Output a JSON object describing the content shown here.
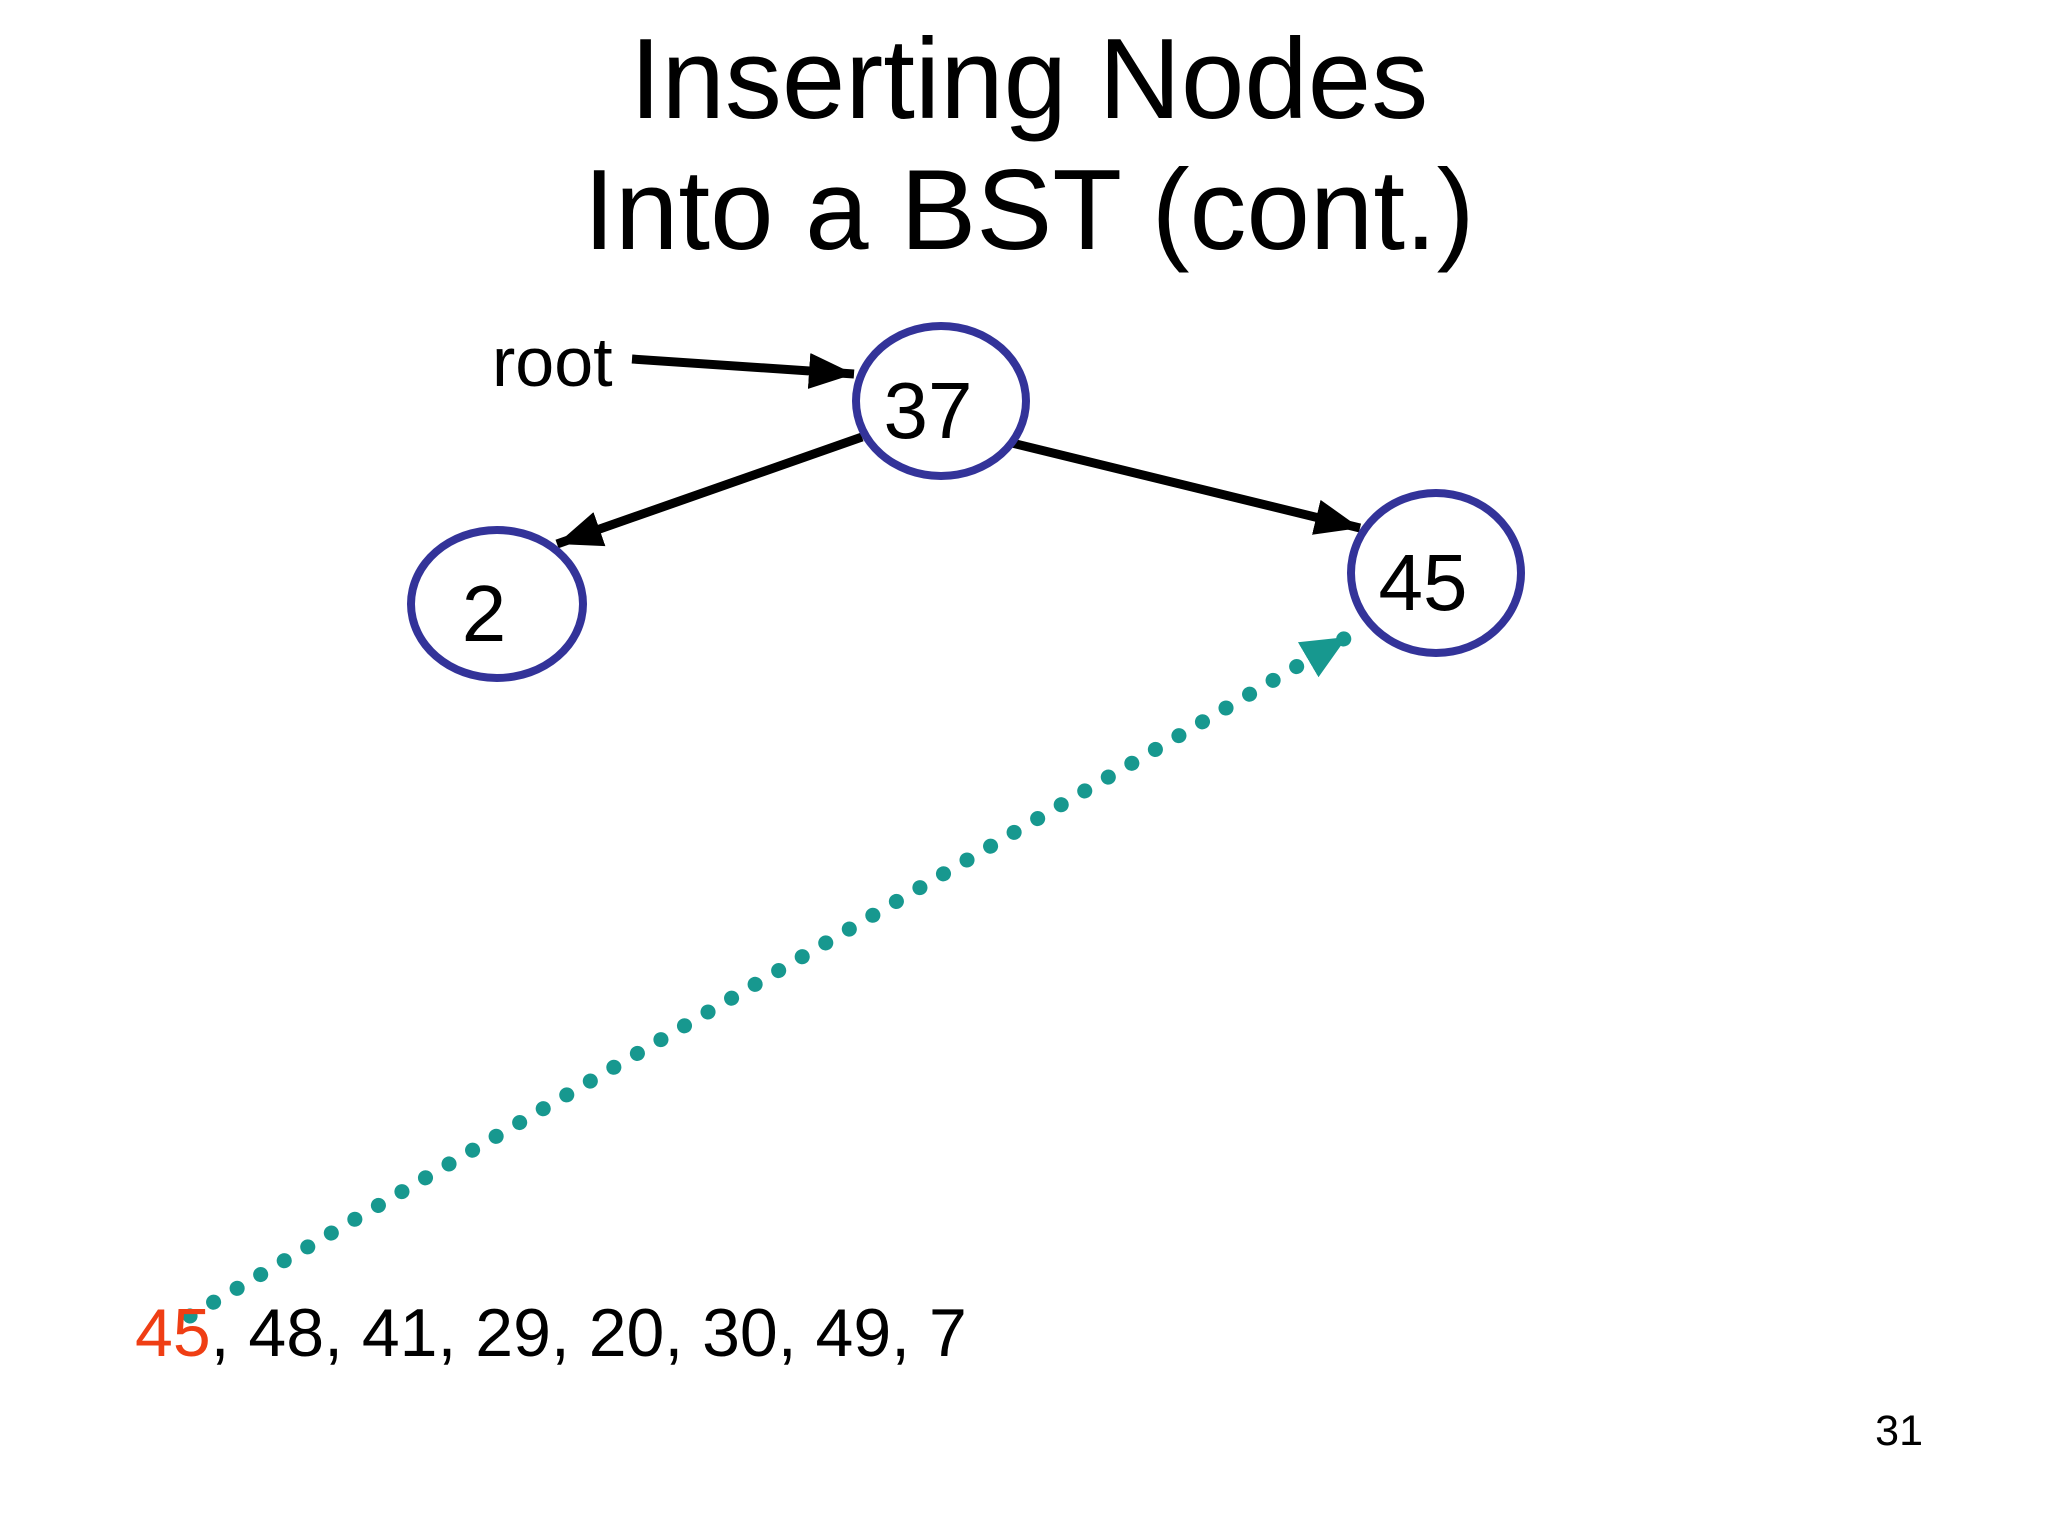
{
  "slide": {
    "title_line1": "Inserting Nodes",
    "title_line2": "Into a BST (cont.)",
    "page_number": "31"
  },
  "diagram": {
    "root_pointer_label": "root",
    "nodes": [
      {
        "role": "root",
        "value": "37"
      },
      {
        "role": "left-child-of-37",
        "value": "2"
      },
      {
        "role": "right-child-of-37",
        "value": "45"
      }
    ],
    "edges": [
      {
        "from": "root-label",
        "to": "37",
        "style": "solid-black-arrow"
      },
      {
        "from": "37",
        "to": "2",
        "style": "solid-black-arrow"
      },
      {
        "from": "37",
        "to": "45",
        "style": "solid-black-arrow"
      },
      {
        "from": "sequence-value-45",
        "to": "node-45",
        "style": "dotted-teal-arrow"
      }
    ]
  },
  "sequence": {
    "highlighted_value": "45",
    "remaining_text": ", 48, 41, 29, 20, 30, 49, 7",
    "values": [
      45,
      48,
      41,
      29,
      20,
      30,
      49,
      7
    ]
  },
  "colors": {
    "node_stroke": "#333399",
    "edge_black": "#000000",
    "insertion_arrow_teal": "#17988F",
    "highlight_red": "#EF3E14",
    "text": "#000000",
    "background": "#FFFFFF"
  }
}
